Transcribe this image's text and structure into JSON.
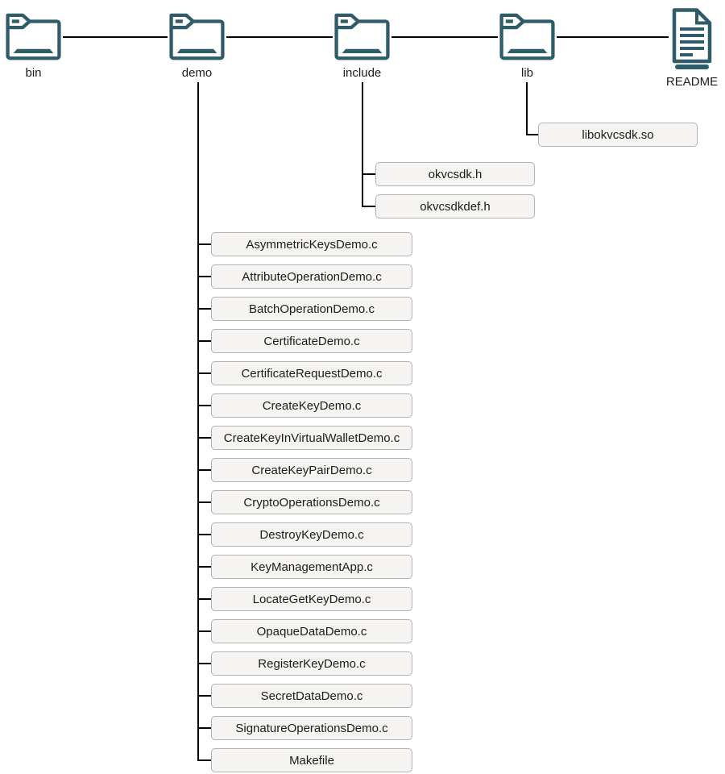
{
  "tree": {
    "nodes": [
      {
        "name": "bin",
        "type": "folder",
        "children": []
      },
      {
        "name": "demo",
        "type": "folder",
        "children": [
          "AsymmetricKeysDemo.c",
          "AttributeOperationDemo.c",
          "BatchOperationDemo.c",
          "CertificateDemo.c",
          "CertificateRequestDemo.c",
          "CreateKeyDemo.c",
          "CreateKeyInVirtualWalletDemo.c",
          "CreateKeyPairDemo.c",
          "CryptoOperationsDemo.c",
          "DestroyKeyDemo.c",
          "KeyManagementApp.c",
          "LocateGetKeyDemo.c",
          "OpaqueDataDemo.c",
          "RegisterKeyDemo.c",
          "SecretDataDemo.c",
          "SignatureOperationsDemo.c",
          "Makefile"
        ]
      },
      {
        "name": "include",
        "type": "folder",
        "children": [
          "okvcsdk.h",
          "okvcsdkdef.h"
        ]
      },
      {
        "name": "lib",
        "type": "folder",
        "children": [
          "libokvcsdk.so"
        ]
      },
      {
        "name": "README",
        "type": "document",
        "children": []
      }
    ]
  },
  "colors": {
    "icon_teal": "#2e5c69",
    "connector_line": "#000000",
    "file_box_background": "#f5f4f2",
    "file_box_border": "#b5b3b0",
    "text": "#1c1c1a"
  }
}
